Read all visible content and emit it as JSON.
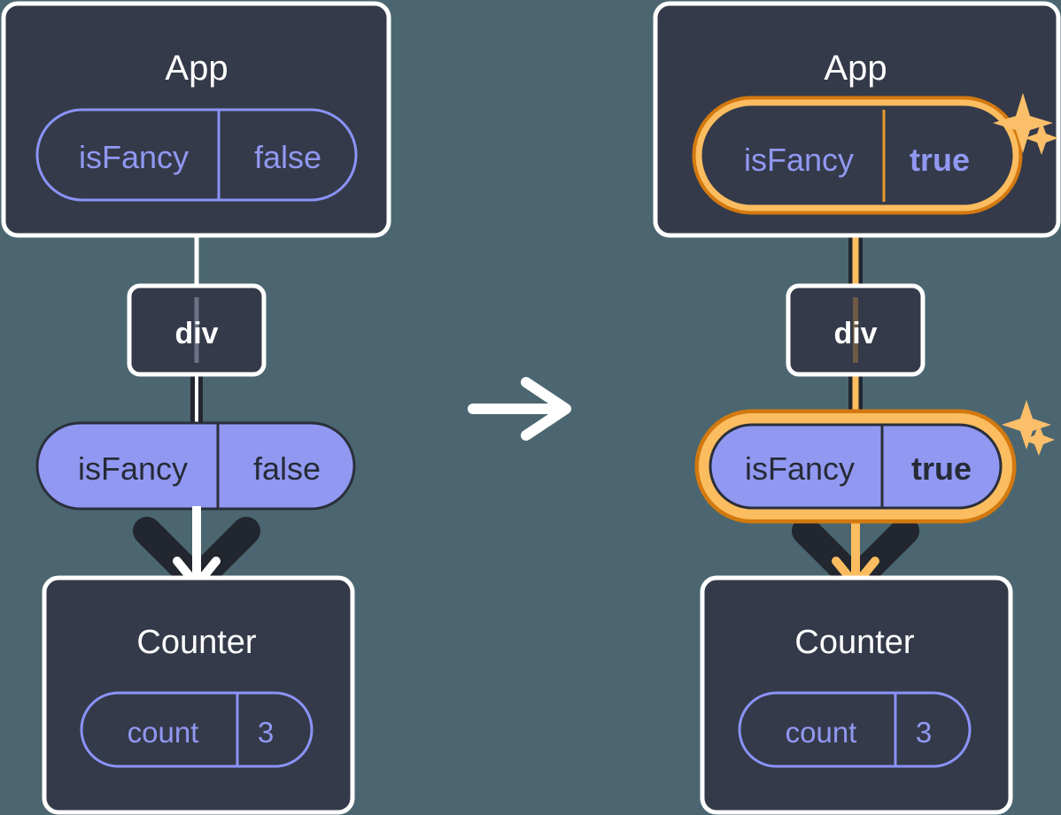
{
  "diagram": {
    "title_left": "App",
    "title_right": "App",
    "colors": {
      "background": "#4b6670",
      "card": "#343a49",
      "card_border": "#ffffff",
      "purple_fill": "#9198f2",
      "purple_stroke": "#8b93f8",
      "dark_line": "#22262f",
      "highlight_outer": "#d3790f",
      "highlight_inner": "#fbbd5f",
      "sparkle": "#fcbf69",
      "text_light": "#ffffff",
      "text_dark": "#262b36",
      "text_purple": "#9198f2"
    },
    "middle_arrow": "arrow-right-icon"
  },
  "left": {
    "app": {
      "label": "App",
      "prop": {
        "name": "isFancy",
        "value": "false",
        "highlighted": false
      }
    },
    "div": {
      "label": "div"
    },
    "prop_pill": {
      "name": "isFancy",
      "value": "false",
      "highlighted": false
    },
    "counter": {
      "label": "Counter",
      "state": {
        "name": "count",
        "value": "3"
      }
    }
  },
  "right": {
    "app": {
      "label": "App",
      "prop": {
        "name": "isFancy",
        "value": "true",
        "highlighted": true
      }
    },
    "div": {
      "label": "div"
    },
    "prop_pill": {
      "name": "isFancy",
      "value": "true",
      "highlighted": true
    },
    "counter": {
      "label": "Counter",
      "state": {
        "name": "count",
        "value": "3"
      }
    },
    "sparkles": [
      "sparkle-large-icon",
      "sparkle-small-icon"
    ]
  }
}
